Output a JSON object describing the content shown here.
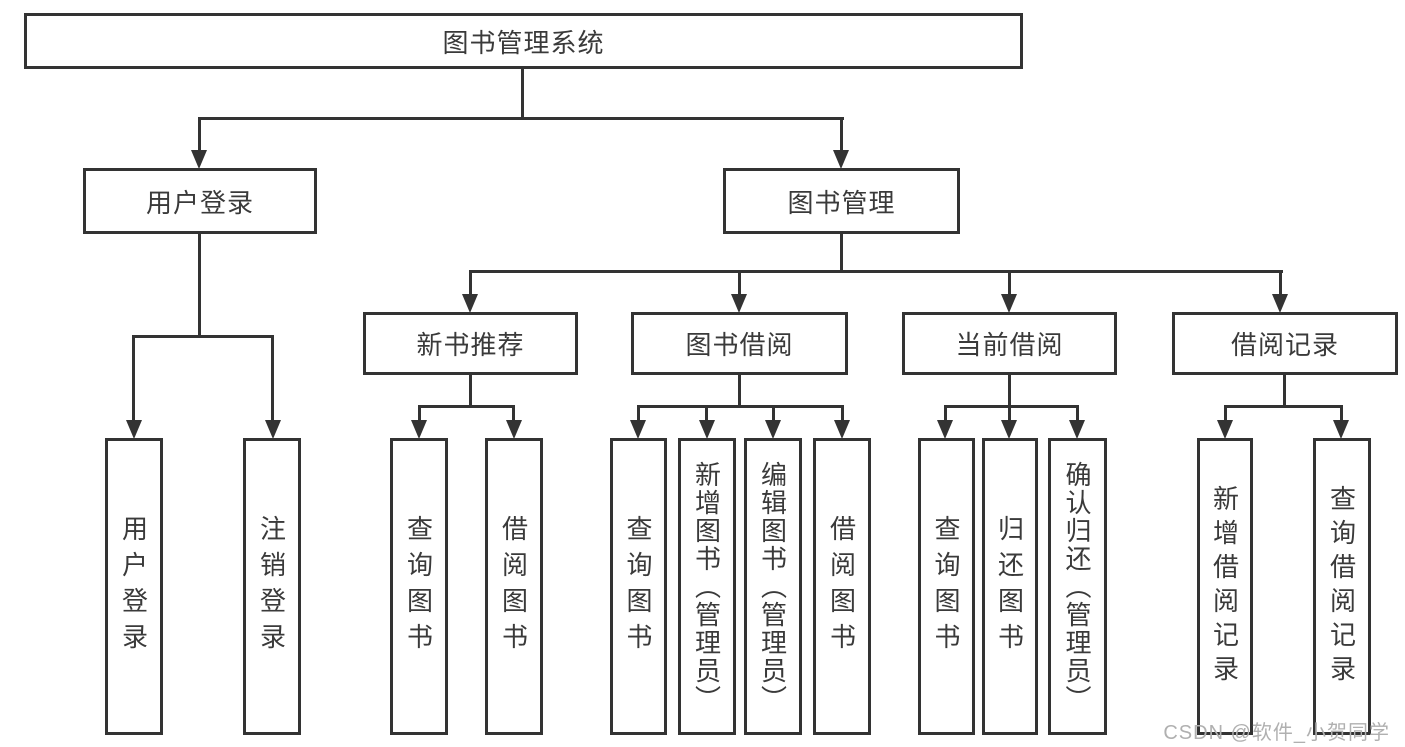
{
  "diagram": {
    "root": {
      "label": "图书管理系统"
    },
    "level2": {
      "user_login": {
        "label": "用户登录"
      },
      "book_mgmt": {
        "label": "图书管理"
      }
    },
    "level3": {
      "new_book": {
        "label": "新书推荐"
      },
      "borrow": {
        "label": "图书借阅"
      },
      "current": {
        "label": "当前借阅"
      },
      "records": {
        "label": "借阅记录"
      }
    },
    "leaves": {
      "user_login": [
        {
          "label": "用户登录"
        },
        {
          "label": "注销登录"
        }
      ],
      "new_book": [
        {
          "label": "查询图书"
        },
        {
          "label": "借阅图书"
        }
      ],
      "borrow": [
        {
          "label": "查询图书"
        },
        {
          "label": "新增图书（管理员）"
        },
        {
          "label": "编辑图书（管理员）"
        },
        {
          "label": "借阅图书"
        }
      ],
      "current": [
        {
          "label": "查询图书"
        },
        {
          "label": "归还图书"
        },
        {
          "label": "确认归还（管理员）"
        }
      ],
      "records": [
        {
          "label": "新增借阅记录"
        },
        {
          "label": "查询借阅记录"
        }
      ]
    }
  },
  "watermark": {
    "text": "CSDN @软件_小贺同学"
  },
  "colors": {
    "line": "#333333",
    "box_border": "#333333",
    "box_bg": "#ffffff",
    "text": "#3a3a3a",
    "watermark": "#b0b0b0"
  }
}
